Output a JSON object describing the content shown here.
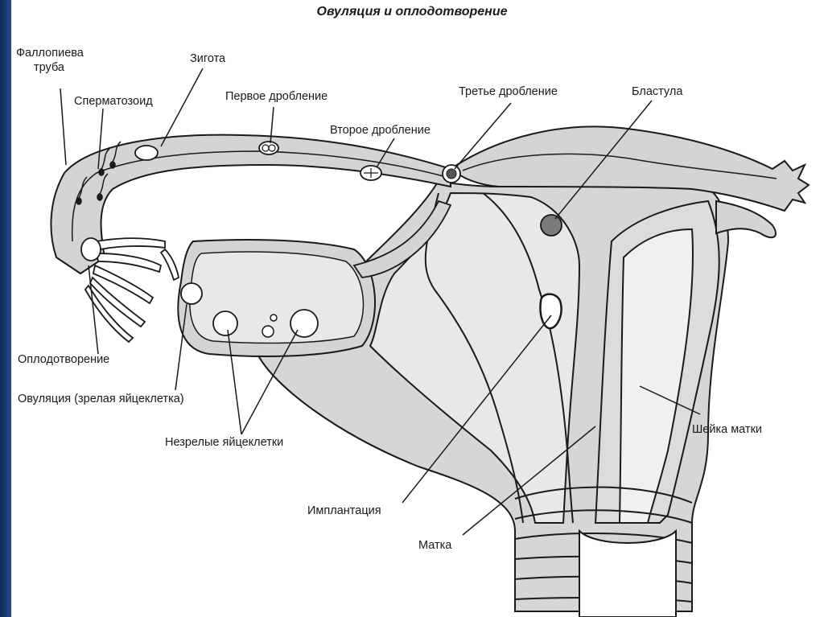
{
  "title": "Овуляция и оплодотворение",
  "labels": {
    "tube_1": "Фаллопиева",
    "tube_2": "труба",
    "zygote": "Зигота",
    "sperm": "Сперматозоид",
    "first_cleavage": "Первое дробление",
    "second_cleavage": "Второе дробление",
    "third_cleavage": "Третье дробление",
    "blastula": "Бластула",
    "fertilization": "Оплодотворение",
    "ovulation": "Овуляция (зрелая яйцеклетка)",
    "immature_eggs": "Незрелые яйцеклетки",
    "cervix": "Шейка матки",
    "implantation": "Имплантация",
    "uterus": "Матка"
  },
  "colors": {
    "background": "#1d3b73",
    "panel": "#ffffff",
    "wall_fill": "#cfcfcf",
    "cavity_fill": "#e9e9e9",
    "stroke": "#1a1a1a"
  }
}
